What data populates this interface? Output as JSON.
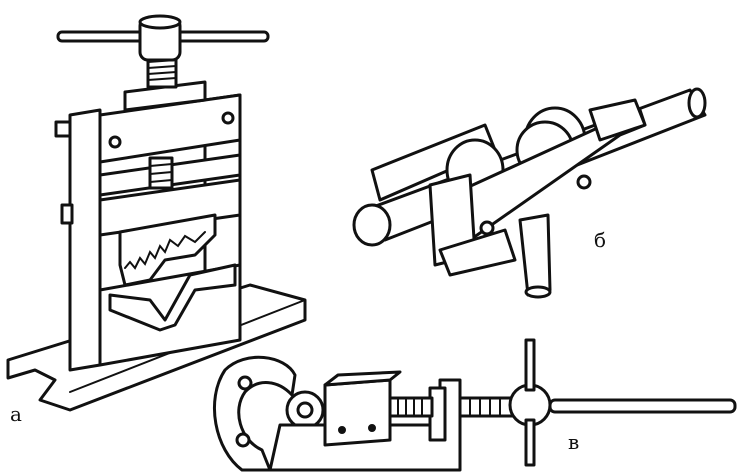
{
  "labels": {
    "a": "а",
    "b": "б",
    "v": "в"
  },
  "colors": {
    "ink": "#111111",
    "paper": "#ffffff"
  }
}
